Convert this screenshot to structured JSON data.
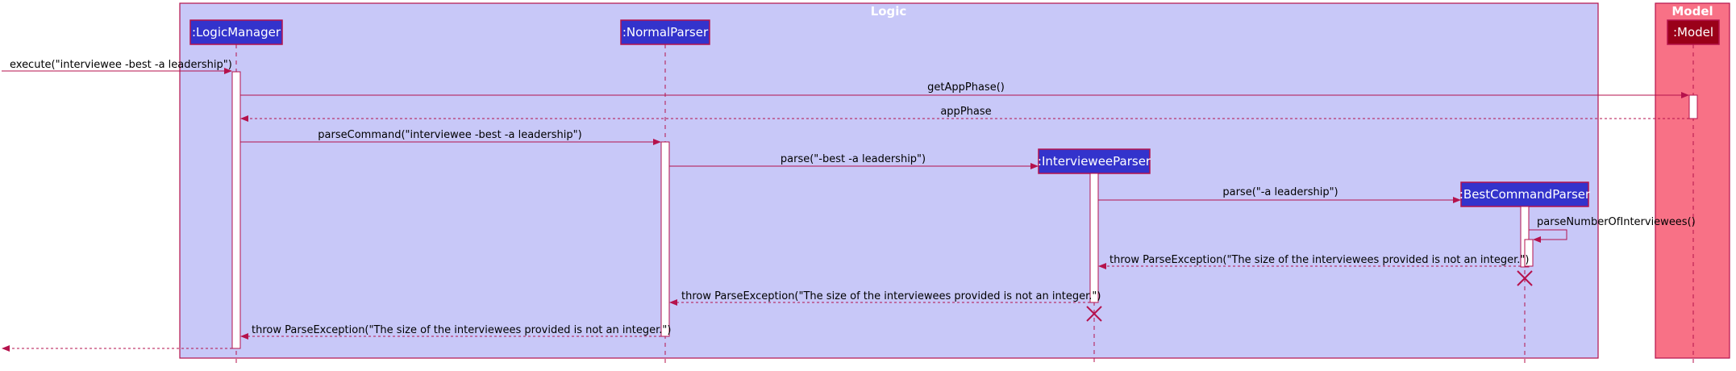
{
  "colors": {
    "logic_fill": "#C8C8F8",
    "logic_stroke": "#B5124C",
    "model_fill": "#F87186",
    "participant_fill": "#3333CC",
    "model_participant_fill": "#9A0019",
    "arrow": "#B5124C"
  },
  "groups": {
    "logic": "Logic",
    "model": "Model"
  },
  "participants": {
    "logic_manager": ":LogicManager",
    "normal_parser": ":NormalParser",
    "interviewee_parser": ":IntervieweeParser",
    "best_command_parser": ":BestCommandParser",
    "model": ":Model"
  },
  "messages": {
    "m1": "execute(\"interviewee -best -a leadership\")",
    "m2": "getAppPhase()",
    "m3": "appPhase",
    "m4": "parseCommand(\"interviewee -best -a leadership\")",
    "m5": "parse(\"-best -a leadership\")",
    "m6": "parse(\"-a leadership\")",
    "m7": "parseNumberOfInterviewees()",
    "m8": "throw ParseException(\"The size of the interviewees provided is not an integer.\")",
    "m9": "throw ParseException(\"The size of the interviewees provided is not an integer.\")",
    "m10": "throw ParseException(\"The size of the interviewees provided is not an integer.\")"
  }
}
